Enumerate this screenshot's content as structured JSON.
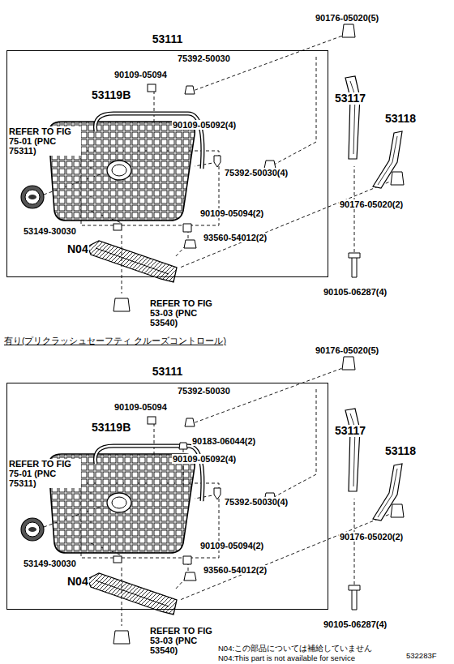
{
  "diagram": {
    "nodes": [
      {
        "text": [
          "53111"
        ]
      },
      {
        "text": [
          "53111"
        ]
      }
    ],
    "labels": [
      "90176-05020(5)",
      "75392-50030",
      "90109-05094",
      "53119B",
      "90109-05092(4)",
      "53117",
      "53118",
      "REFER TO FIG 75-01 (PNC 75311)",
      "75392-50030(4)",
      "90176-05020(2)",
      "90109-05094(2)",
      "53149-30030",
      "93560-54012(2)",
      "N04",
      "90105-06287(4)",
      "REFER TO FIG 53-03 (PNC 53540)",
      "有り(プリクラッシュセーフティ クルーズコントロール)",
      "90176-05020(5)",
      "75392-50030",
      "90109-05094",
      "53119B",
      "90183-06044(2)",
      "53117",
      "REFER TO FIG 75-01 (PNC 75311)",
      "90109-05092(4)",
      "53118",
      "75392-50030(4)",
      "90176-05020(2)",
      "90109-05094(2)",
      "53149-30030",
      "93560-54012(2)",
      "N04",
      "90105-06287(4)",
      "REFER TO FIG 53-03 (PNC 53540)",
      "N04:この部品については補給していません",
      "N04:This part is not available for service",
      "532283F"
    ]
  }
}
